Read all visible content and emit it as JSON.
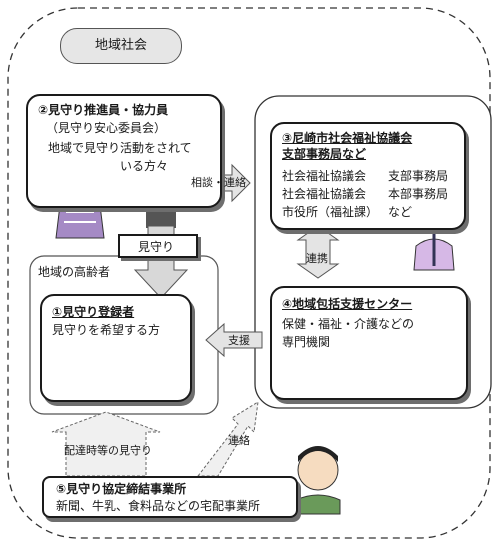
{
  "region": {
    "title": "地域社会"
  },
  "promoters": {
    "title": "②見守り推進員・協力員",
    "subtitle": "（見守り安心委員会）",
    "desc_line1": "地域で見守り活動をされて",
    "desc_line2": "いる方々"
  },
  "amagasaki": {
    "title_line1": "③尼崎市社会福祉協議会",
    "title_line2": "支部事務局など",
    "rows": [
      {
        "left": "社会福祉協議会",
        "right": "支部事務局"
      },
      {
        "left": "社会福祉協議会",
        "right": "本部事務局"
      },
      {
        "left": "市役所（福祉課）",
        "right": "など"
      }
    ]
  },
  "elderly": {
    "group_label": "地域の高齢者",
    "title": "①見守り登録者",
    "desc": "見守りを希望する方"
  },
  "support_center": {
    "title": "④地域包括支援センター",
    "desc_line1": "保健・福祉・介護などの",
    "desc_line2": "専門機関"
  },
  "businesses": {
    "title": "⑤見守り協定締結事業所",
    "desc": "新聞、牛乳、食料品などの宅配事業所"
  },
  "arrows": {
    "consult": "相談・連絡",
    "watch": "見守り",
    "cooperate": "連携",
    "support": "支援",
    "delivery_watch": "配達時等の見守り",
    "contact": "連絡"
  },
  "colors": {
    "outline": "#1a1a1a",
    "arrow_fill": "#e4e4e4",
    "pill_fill": "#e6e6e6",
    "shadow": "#6e6e6e"
  }
}
